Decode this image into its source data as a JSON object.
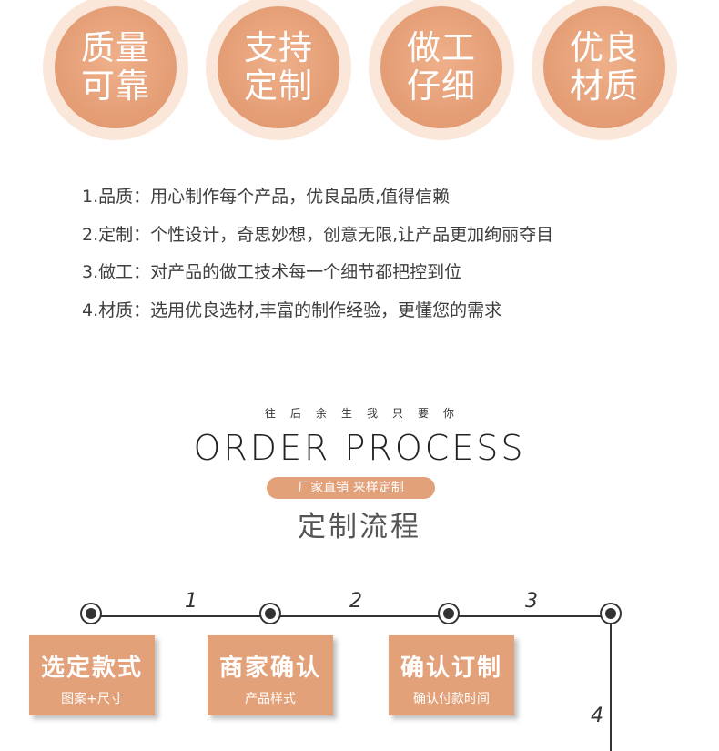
{
  "badges": [
    {
      "line1": "质量",
      "line2": "可靠"
    },
    {
      "line1": "支持",
      "line2": "定制"
    },
    {
      "line1": "做工",
      "line2": "仔细"
    },
    {
      "line1": "优良",
      "line2": "材质"
    }
  ],
  "features": [
    "1.品质：用心制作每个产品，优良品质,值得信赖",
    "2.定制：个性设计，奇思妙想，创意无限,让产品更加绚丽夺目",
    "3.做工：对产品的做工技术每一个细节都把控到位",
    "4.材质：选用优良选材,丰富的制作经验，更懂您的需求"
  ],
  "tagline": "往后余生我只要你",
  "title_en": "ORDER PROCESS",
  "pill": "厂家直销 来样定制",
  "title_cn": "定制流程",
  "steps": [
    {
      "number": "1",
      "title": "选定款式",
      "sub": "图案+尺寸"
    },
    {
      "number": "2",
      "title": "商家确认",
      "sub": "产品样式"
    },
    {
      "number": "3",
      "title": "确认订制",
      "sub": "确认付款时间"
    },
    {
      "number": "4"
    }
  ],
  "colors": {
    "accent": "#e3a17a",
    "badge_ring": "#fbe6da"
  }
}
